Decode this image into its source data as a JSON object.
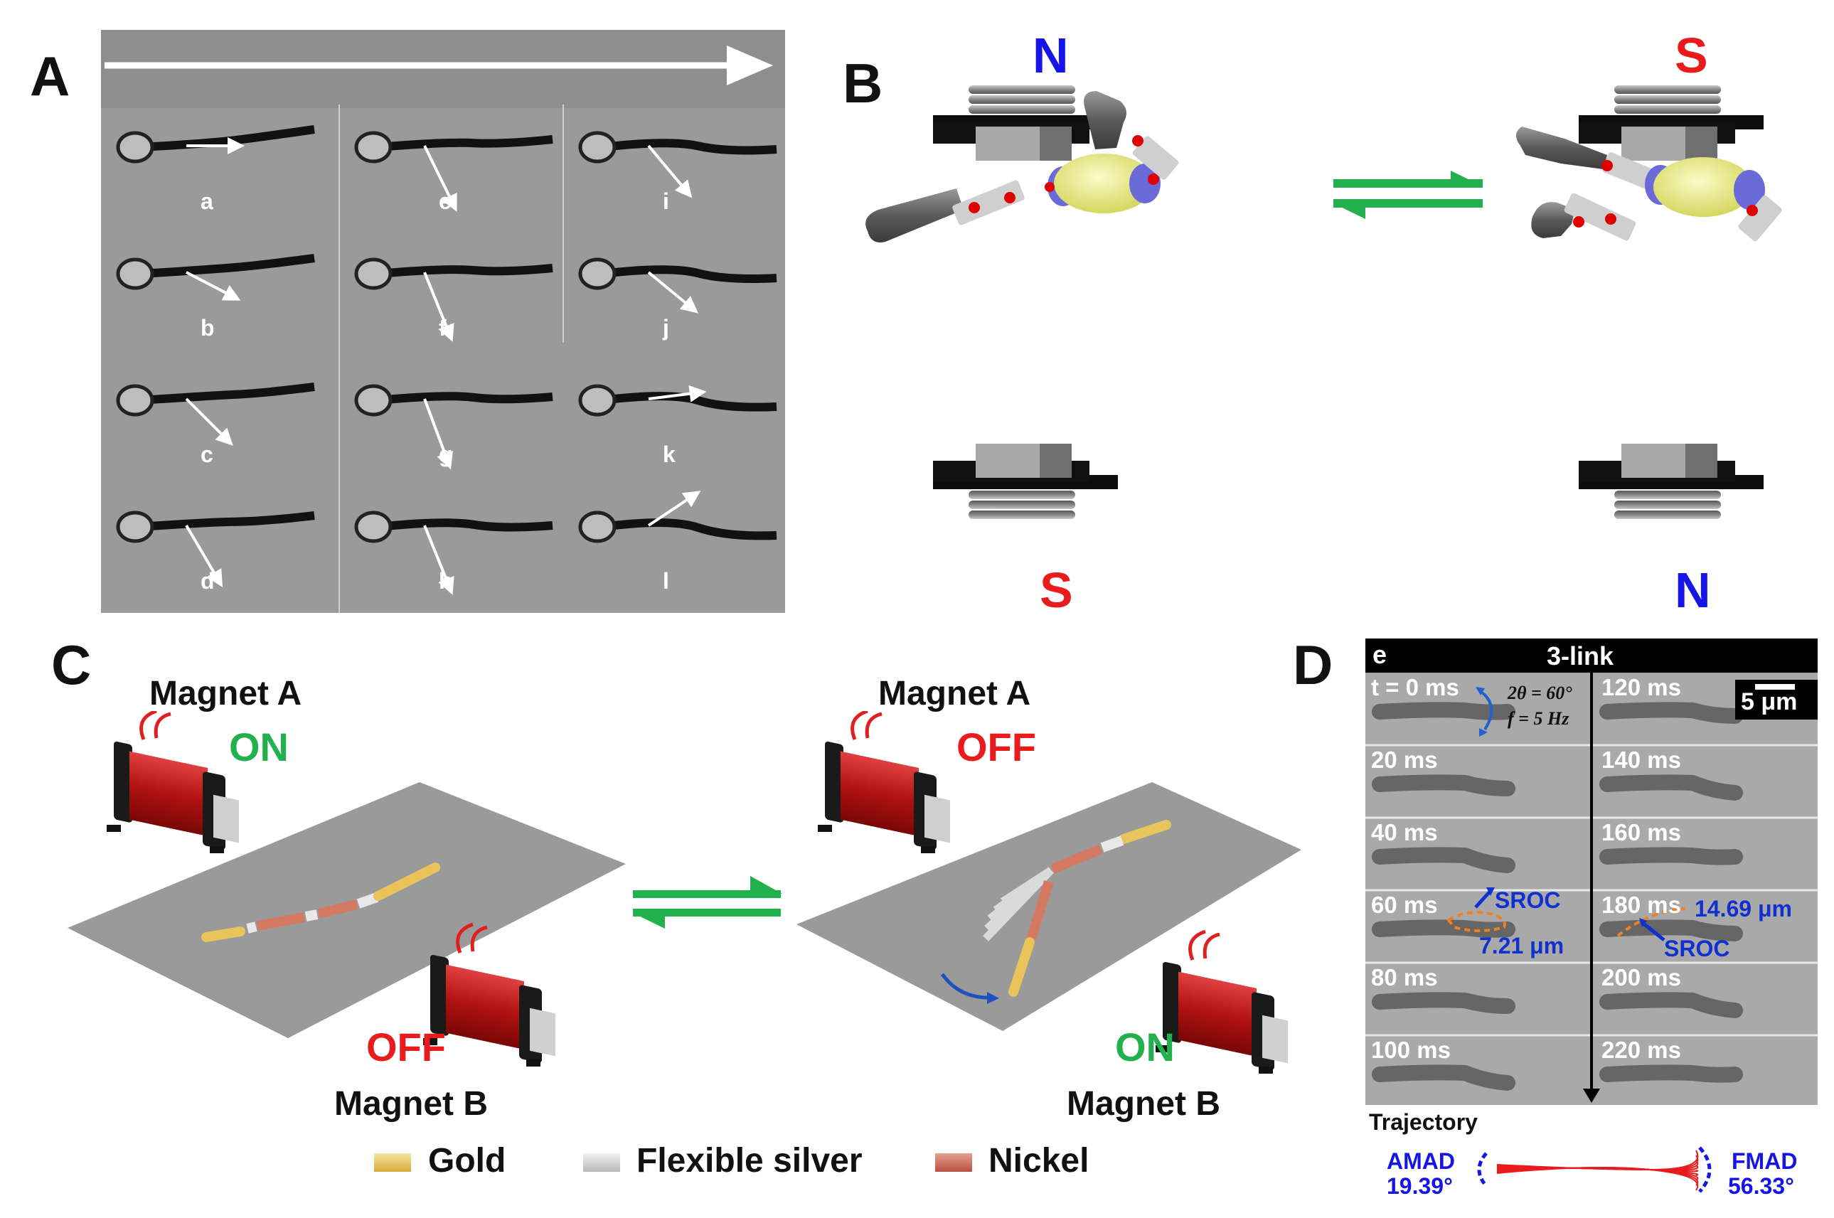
{
  "panels": {
    "a": {
      "letter": "A",
      "frames": [
        "a",
        "b",
        "c",
        "d",
        "e",
        "f",
        "g",
        "h",
        "i",
        "j",
        "k",
        "l"
      ]
    },
    "b": {
      "letter": "B",
      "left_top": "N",
      "left_bottom": "S",
      "right_top": "S",
      "right_bottom": "N"
    },
    "c": {
      "letter": "C",
      "left_magnet_a": "Magnet A",
      "left_a_state": "ON",
      "left_magnet_b": "Magnet B",
      "left_b_state": "OFF",
      "right_magnet_a": "Magnet A",
      "right_a_state": "OFF",
      "right_magnet_b": "Magnet B",
      "right_b_state": "ON",
      "legend": [
        "Gold",
        "Flexible silver",
        "Nickel"
      ]
    },
    "d": {
      "letter": "D",
      "tag": "e",
      "title": "3-link",
      "times_left": [
        "t = 0 ms",
        "20 ms",
        "40 ms",
        "60 ms",
        "80 ms",
        "100 ms"
      ],
      "times_right": [
        "120 ms",
        "140 ms",
        "160 ms",
        "180 ms",
        "200 ms",
        "220 ms"
      ],
      "scale": "5 μm",
      "angle": "2θ = 60°",
      "freq": "f = 5 Hz",
      "sroc": "SROC",
      "sroc_left_val": "7.21 μm",
      "sroc_right_val": "14.69 μm",
      "trajectory": "Trajectory",
      "amad_label": "AMAD",
      "amad_val": "19.39°",
      "fmad_label": "FMAD",
      "fmad_val": "56.33°"
    }
  },
  "colors": {
    "blue": "#1515e8",
    "red": "#e81c1c",
    "green": "#22b14c",
    "gold": "#e8c45a",
    "nickel": "#d47a62"
  }
}
